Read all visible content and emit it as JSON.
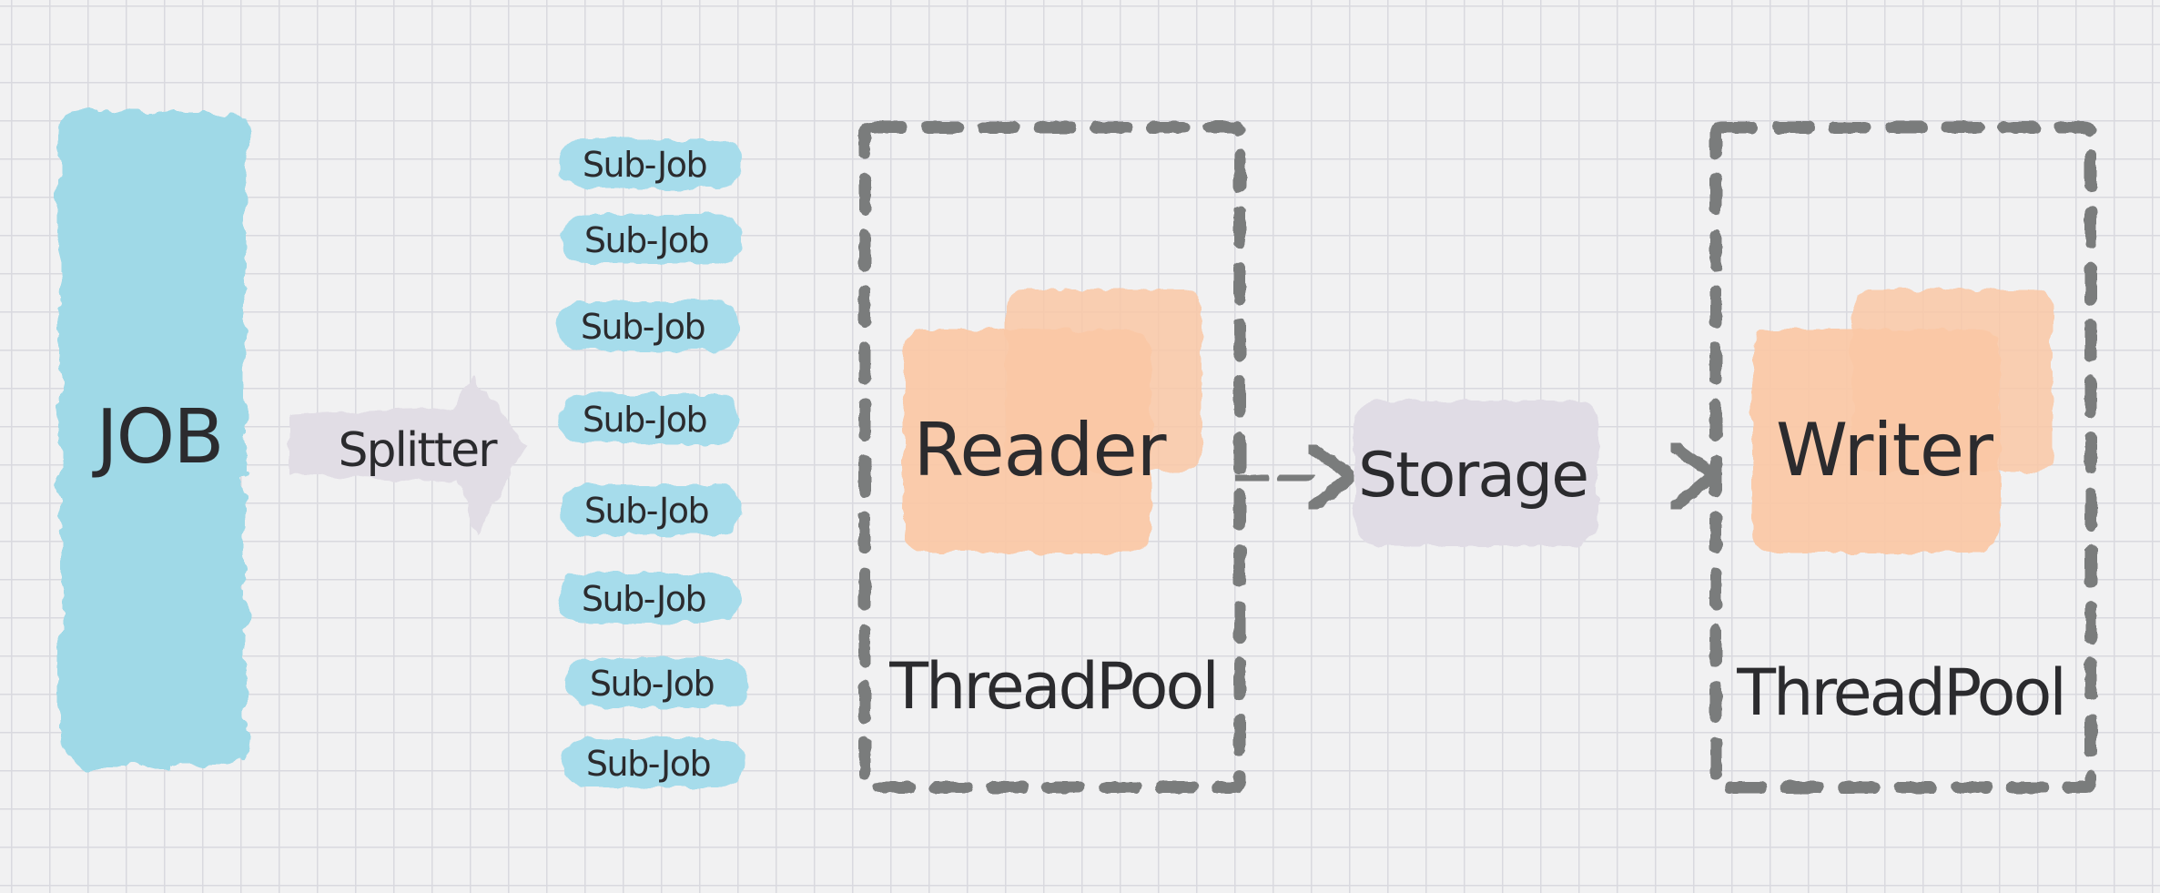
{
  "job": {
    "label": "JOB"
  },
  "splitter": {
    "label": "Splitter"
  },
  "sub_jobs": [
    {
      "label": "Sub-Job"
    },
    {
      "label": "Sub-Job"
    },
    {
      "label": "Sub-Job"
    },
    {
      "label": "Sub-Job"
    },
    {
      "label": "Sub-Job"
    },
    {
      "label": "Sub-Job"
    },
    {
      "label": "Sub-Job"
    },
    {
      "label": "Sub-Job"
    }
  ],
  "reader_pool": {
    "worker": "Reader",
    "pool": "ThreadPool"
  },
  "storage": {
    "label": "Storage"
  },
  "writer_pool": {
    "worker": "Writer",
    "pool": "ThreadPool"
  },
  "colors": {
    "job_fill": "#9fd9e7",
    "sub_job_fill": "#a6dceb",
    "worker_fill": "#fbc8a6",
    "splitter_fill": "#e1dde5",
    "storage_fill": "#e0dce5",
    "dashed_border": "#7a7b7c",
    "text": "#2b2b2e"
  }
}
